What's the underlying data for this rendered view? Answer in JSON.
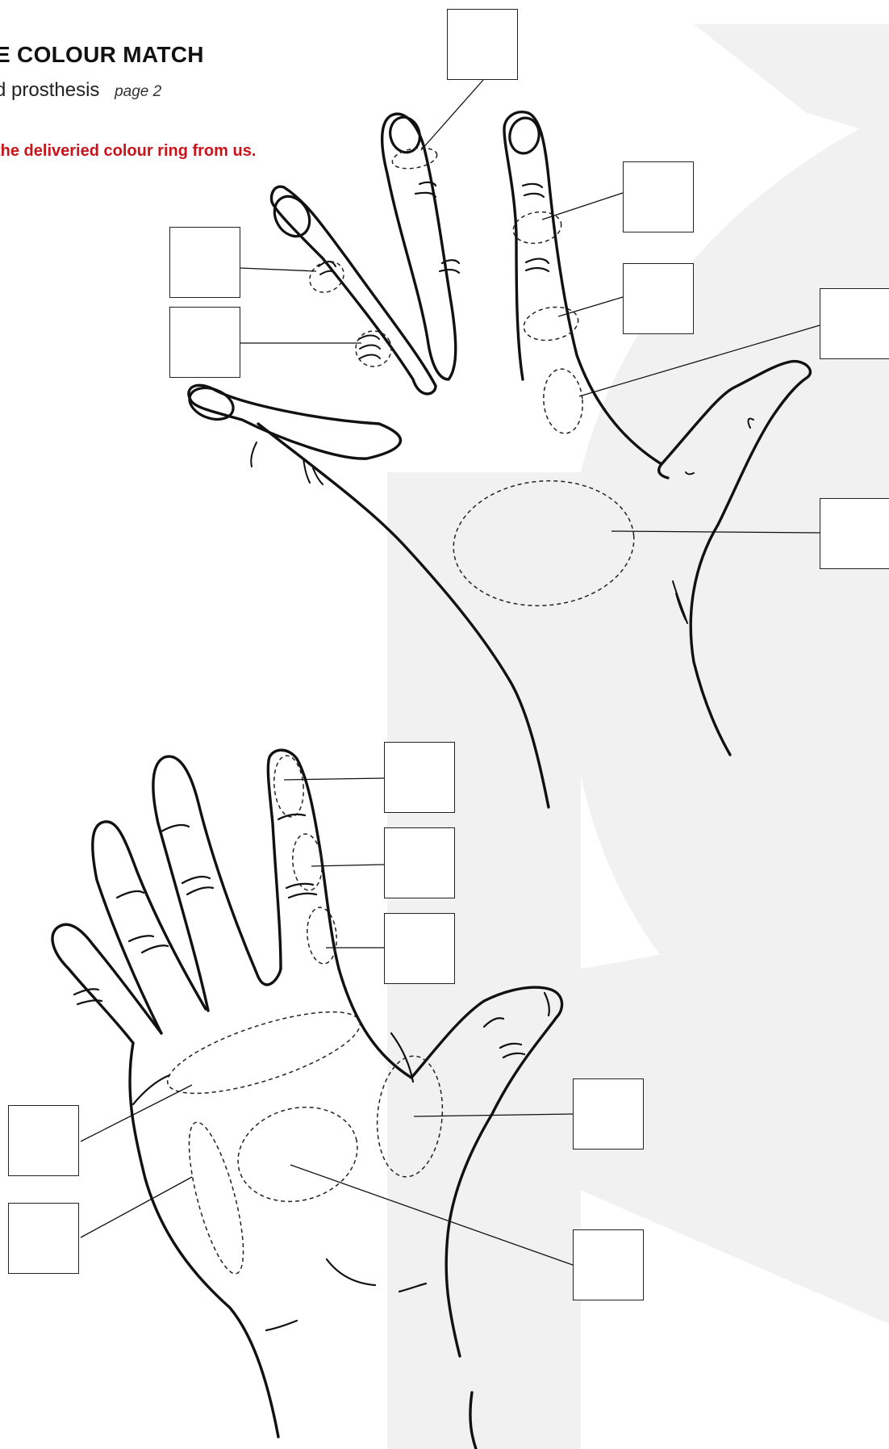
{
  "header": {
    "title": "E COLOUR MATCH",
    "subtitle": "d prosthesis",
    "page_label": "page 2",
    "note": "the deliveried colour ring from us."
  },
  "colors": {
    "note": "#c8141b",
    "watermark": "#f1f1f1",
    "ink": "#111111"
  },
  "back_of_hand": {
    "fields": [
      {
        "region": "middle-finger-nail"
      },
      {
        "region": "index-finger-middle-phalanx"
      },
      {
        "region": "index-finger-proximal-phalanx"
      },
      {
        "region": "ring-finger-middle-phalanx"
      },
      {
        "region": "ring-finger-proximal-phalanx"
      },
      {
        "region": "index-knuckle"
      },
      {
        "region": "back-of-hand"
      }
    ]
  },
  "palm": {
    "fields": [
      {
        "region": "index-finger-tip"
      },
      {
        "region": "index-finger-middle"
      },
      {
        "region": "index-finger-base"
      },
      {
        "region": "thenar-eminence"
      },
      {
        "region": "palm-centre"
      },
      {
        "region": "upper-palm"
      },
      {
        "region": "hypothenar-eminence"
      }
    ]
  }
}
